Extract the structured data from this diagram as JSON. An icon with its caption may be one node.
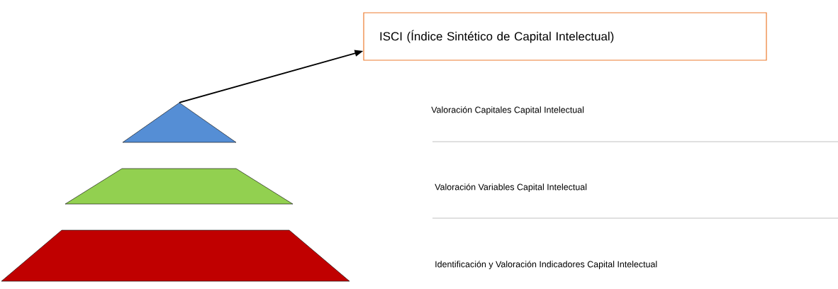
{
  "diagram": {
    "nodes": [
      {
        "text": [
          "ISCI (Índice Sintético de Capital Intelectual)"
        ]
      },
      {
        "text": [],
        "shape": "triangle"
      },
      {
        "text": [],
        "shape": "trapezoid"
      },
      {
        "text": [],
        "shape": "trapezoid"
      }
    ],
    "edges": [
      {
        "from": 1,
        "to": 0,
        "arrow": "to"
      }
    ],
    "labels": [
      "Valoración Capitales Capital Intelectual",
      "Valoración Variables Capital Intelectual",
      "Identificación y Valoración Indicadores  Capital Intelectual"
    ]
  }
}
